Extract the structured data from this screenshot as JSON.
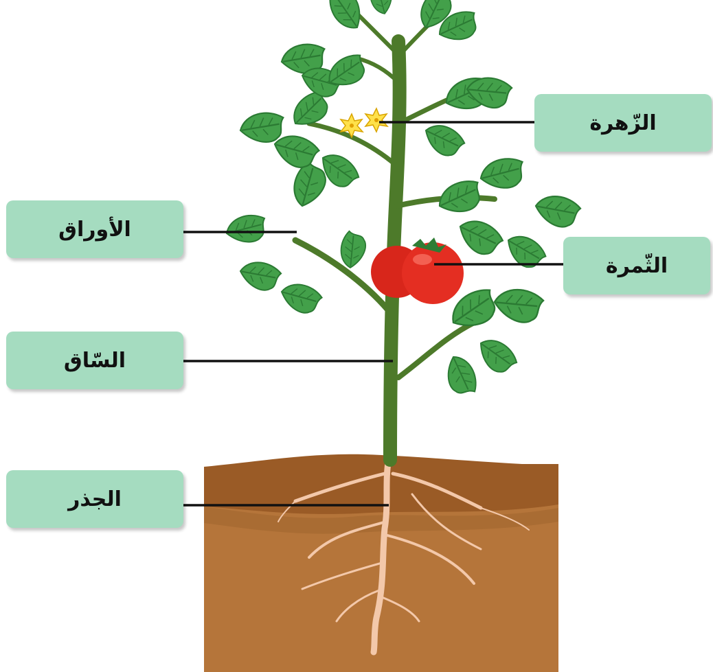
{
  "diagram": {
    "labels": {
      "flower": "الزّهرة",
      "leaves": "الأوراق",
      "fruit": "الثّمرة",
      "stem": "السّاق",
      "root": "الجذر"
    },
    "colors": {
      "label_bg": "#a5dcc0",
      "leaf": "#3e9a45",
      "leaf_dark": "#2b7a33",
      "stem": "#4d7a2a",
      "tomato": "#e02a1e",
      "flower": "#ffe14a",
      "soil_top": "#9a5b26",
      "soil": "#b5753a",
      "root": "#f3c8aa",
      "leader_line": "#111111"
    }
  }
}
